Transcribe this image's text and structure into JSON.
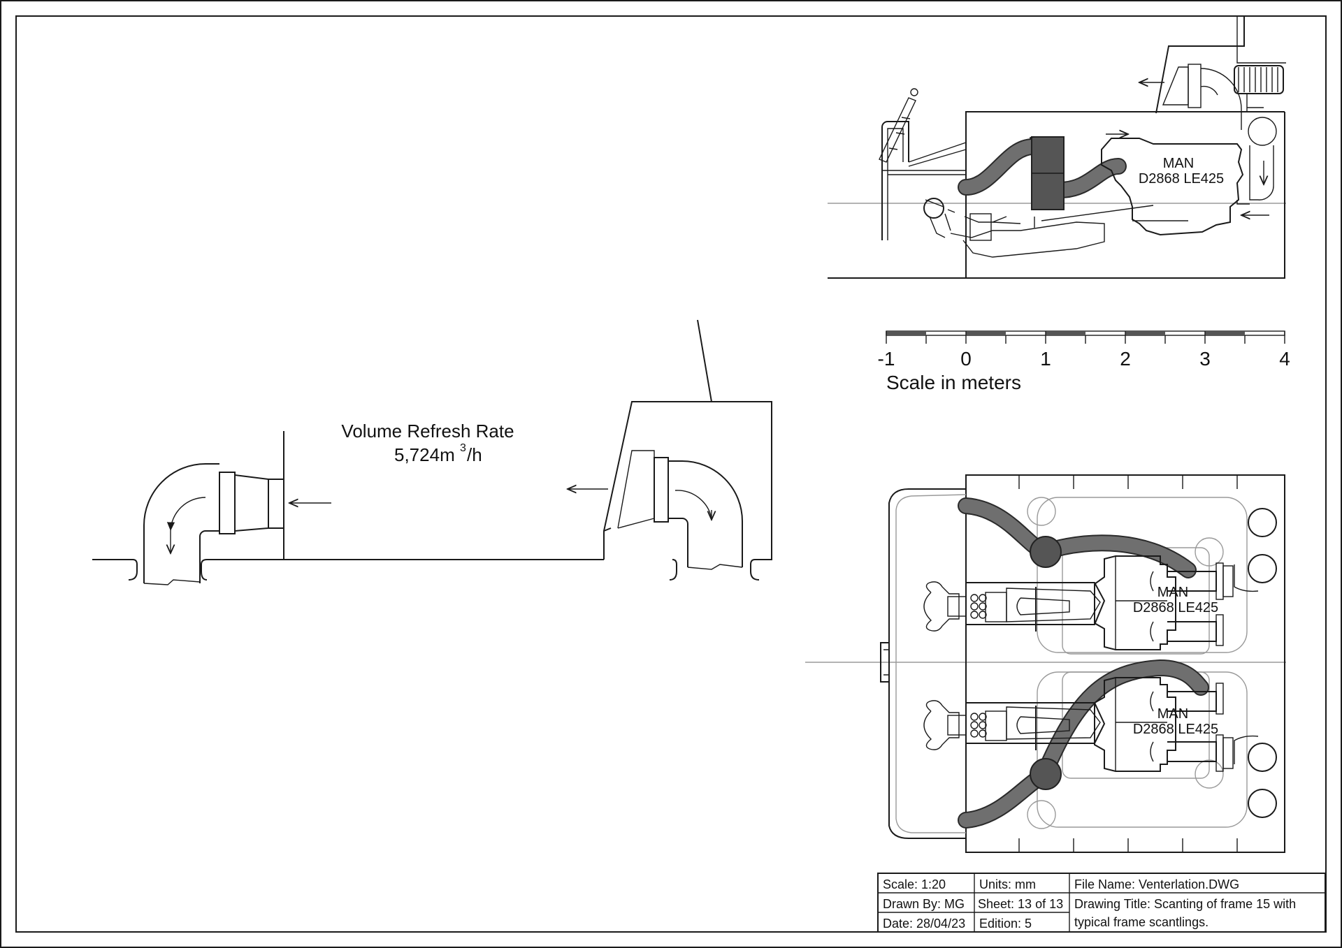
{
  "annotation": {
    "title": "Volume Refresh Rate",
    "value": "5,724m",
    "exponent": "3",
    "unit": "/h"
  },
  "engine_side": {
    "label_line1": "MAN",
    "label_line2": "D2868 LE425"
  },
  "engine_top_1": {
    "label_line1": "MAN",
    "label_line2": "D2868 LE425"
  },
  "engine_top_2": {
    "label_line1": "MAN",
    "label_line2": "D2868 LE425"
  },
  "scale_bar": {
    "ticks": [
      "-1",
      "0",
      "1",
      "2",
      "3",
      "4"
    ],
    "caption": "Scale in meters"
  },
  "title_block": {
    "scale": "Scale: 1:20",
    "units": "Units: mm",
    "file_name": "File Name: Venterlation.DWG",
    "drawn_by": "Drawn By: MG",
    "sheet": "Sheet: 13 of 13",
    "drawing_title_1": "Drawing Title: Scanting of frame 15 with",
    "drawing_title_2": "typical frame scantlings.",
    "date": "Date: 28/04/23",
    "edition": "Edition: 5"
  },
  "colors": {
    "line": "#1a1a1a",
    "hose": "#6f6f6f",
    "dark": "#555555",
    "construction": "#9a9a9a"
  }
}
